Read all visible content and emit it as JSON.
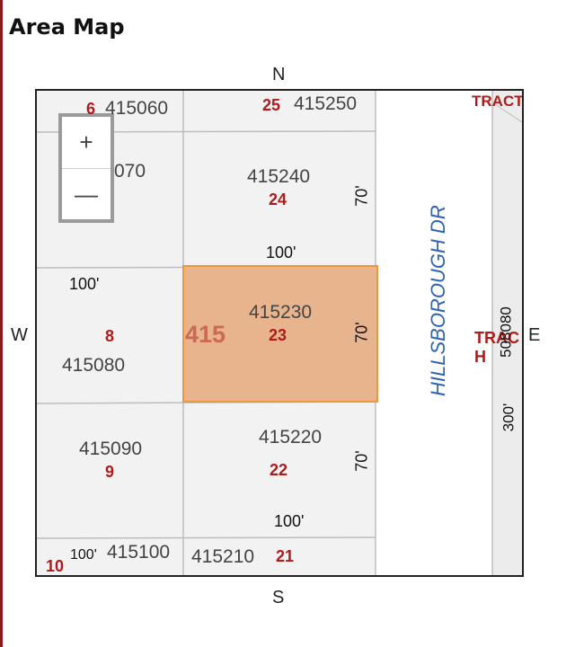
{
  "title": "Area Map",
  "compass": {
    "north": "N",
    "south": "S",
    "west": "W",
    "east": "E"
  },
  "street": {
    "name": "HILLSBOROUGH DR"
  },
  "zoom": {
    "in_label": "+",
    "out_label": "—"
  },
  "block_label": "415",
  "parcels": {
    "p415060": {
      "number": "415060",
      "lot": "6"
    },
    "p415250": {
      "number": "415250",
      "lot": "25"
    },
    "p415070": {
      "number": "070"
    },
    "p415240": {
      "number": "415240",
      "lot": "24"
    },
    "p415080": {
      "number": "415080",
      "lot": "8"
    },
    "p415230": {
      "number": "415230",
      "lot": "23"
    },
    "p415090": {
      "number": "415090",
      "lot": "9"
    },
    "p415220": {
      "number": "415220",
      "lot": "22"
    },
    "p415100": {
      "number": "415100",
      "lot": "10"
    },
    "p415210": {
      "number": "415210",
      "lot": "21"
    }
  },
  "dimensions": {
    "d100_a": "100'",
    "d100_b": "100'",
    "d100_c": "100'",
    "d100_d": "100'",
    "d70_a": "70'",
    "d70_b": "70'",
    "d70_c": "70'",
    "d300": "300'"
  },
  "right_strip": {
    "tract_top": "TRACT",
    "tract": "TRAC",
    "tract_h": "H",
    "number": "508080"
  },
  "colors": {
    "highlight_fill": "#e8b48e",
    "highlight_border": "#f0963a",
    "lot_red": "#b01a1a",
    "street_blue": "#2f62b0"
  }
}
